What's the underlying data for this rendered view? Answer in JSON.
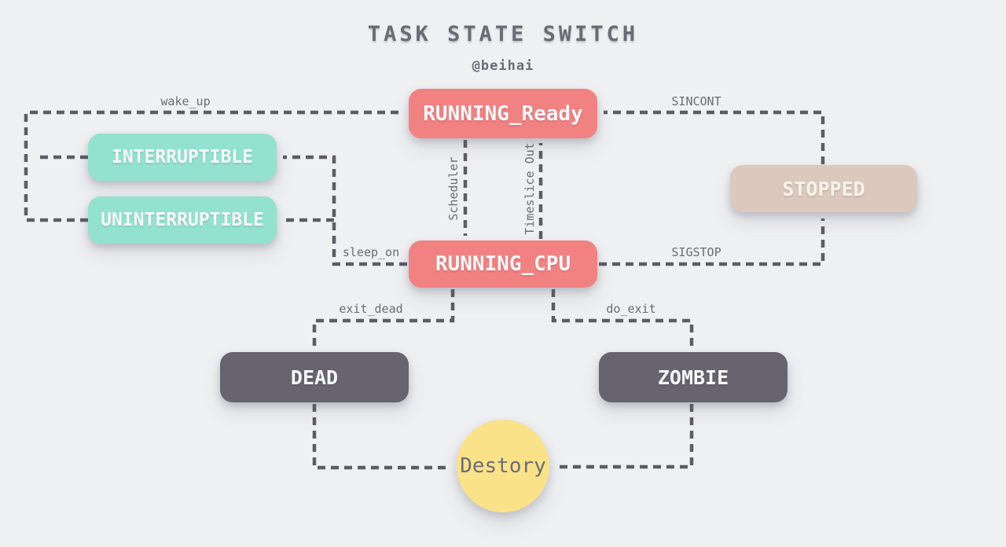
{
  "title": "TASK STATE SWITCH",
  "subtitle": "@beihai",
  "colors": {
    "background": "#EFF0F2",
    "running_boxes": "#F28182",
    "sleep_boxes": "#93E2CF",
    "stopped_box": "#DCC9BD",
    "exit_boxes": "#676470",
    "destroy_circle": "#FAE288",
    "edge_line": "#5E5B67",
    "label_text": "#6B6B75"
  },
  "nodes": [
    {
      "id": "running-ready",
      "label": "RUNNING_Ready"
    },
    {
      "id": "interruptible",
      "label": "INTERRUPTIBLE"
    },
    {
      "id": "uninterruptible",
      "label": "UNINTERRUPTIBLE"
    },
    {
      "id": "stopped",
      "label": "STOPPED"
    },
    {
      "id": "running-cpu",
      "label": "RUNNING_CPU"
    },
    {
      "id": "dead",
      "label": "DEAD"
    },
    {
      "id": "zombie",
      "label": "ZOMBIE"
    },
    {
      "id": "destory",
      "label": "Destory"
    }
  ],
  "edges": [
    {
      "id": "wake-up",
      "from": "INTERRUPTIBLE/UNINTERRUPTIBLE",
      "to": "RUNNING_Ready",
      "label": "wake_up"
    },
    {
      "id": "sincont",
      "from": "STOPPED",
      "to": "RUNNING_Ready",
      "label": "SINCONT"
    },
    {
      "id": "scheduler",
      "from": "RUNNING_Ready",
      "to": "RUNNING_CPU",
      "label": "Scheduler"
    },
    {
      "id": "timeslice-out",
      "from": "RUNNING_CPU",
      "to": "RUNNING_Ready",
      "label": "Timeslice Out"
    },
    {
      "id": "sleep-on",
      "from": "RUNNING_CPU",
      "to": "INTERRUPTIBLE/UNINTERRUPTIBLE",
      "label": "sleep_on"
    },
    {
      "id": "sigstop",
      "from": "RUNNING_CPU",
      "to": "STOPPED",
      "label": "SIGSTOP"
    },
    {
      "id": "exit-dead",
      "from": "RUNNING_CPU",
      "to": "DEAD",
      "label": "exit_dead"
    },
    {
      "id": "do-exit",
      "from": "RUNNING_CPU",
      "to": "ZOMBIE",
      "label": "do_exit"
    },
    {
      "id": "dead-to-destory",
      "from": "DEAD",
      "to": "Destory",
      "label": ""
    },
    {
      "id": "zombie-to-destory",
      "from": "ZOMBIE",
      "to": "Destory",
      "label": ""
    }
  ]
}
